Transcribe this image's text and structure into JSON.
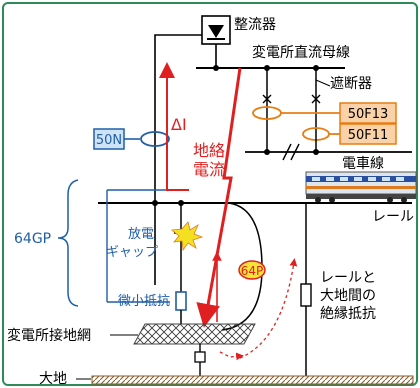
{
  "labels": {
    "rectifier": "整流器",
    "dc_busbar": "変電所直流母線",
    "breaker": "遮断器",
    "feeder_f13": "50F13",
    "feeder_f11": "50F11",
    "trolley": "電車線",
    "rail": "レール",
    "delta_i": "ΔI",
    "ground_fault_current_1": "地絡",
    "ground_fault_current_2": "電流",
    "relay_50n": "50N",
    "relay_64gp": "64GP",
    "discharge_gap_1": "放電",
    "discharge_gap_2": "ギャップ",
    "small_resistor": "微小抵抗",
    "relay_64p": "64P",
    "rail_earth_insulation_1": "レールと",
    "rail_earth_insulation_2": "大地間の",
    "rail_earth_insulation_3": "絶縁抵抗",
    "substation_ground_mesh": "変電所接地網",
    "earth": "大地"
  },
  "colors": {
    "frame": "#2e8b57",
    "fault_current": "#e02020",
    "relay": "#1f5fa8",
    "feeder_ring": "#e87d12",
    "feeder_box": "#fbd2a8",
    "gap_spark": "#f4e022",
    "relay_64p_fill": "#f6e33a"
  },
  "icons": {
    "rectifier": "diode-icon",
    "train": "train-icon",
    "spark": "spark-icon"
  }
}
